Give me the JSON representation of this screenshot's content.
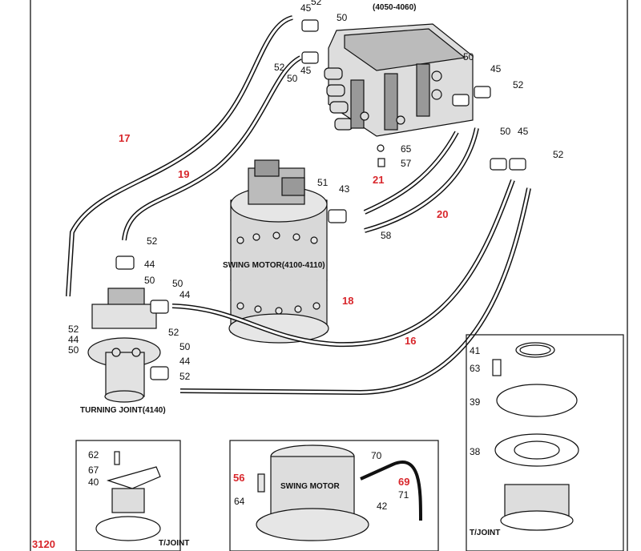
{
  "header": {
    "valve_code": "(4050-4060)"
  },
  "page_number": "3120",
  "captions": {
    "swing_motor": "SWING MOTOR(4100-4110)",
    "turning_joint": "TURNING JOINT(4140)",
    "swing_motor_inset": "SWING MOTOR",
    "tjoint_left": "T/JOINT",
    "tjoint_right": "T/JOINT"
  },
  "hose_labels": [
    "17",
    "19",
    "21",
    "20",
    "18",
    "16",
    "56",
    "69"
  ],
  "part_numbers": {
    "valve_top": [
      "52",
      "45",
      "50",
      "52",
      "45",
      "50"
    ],
    "valve_right": [
      "50",
      "45",
      "52",
      "50",
      "45",
      "52"
    ],
    "valve_center": [
      "65",
      "57"
    ],
    "motor": [
      "51",
      "43",
      "58"
    ],
    "joint_top": [
      "52",
      "44",
      "50",
      "50",
      "44",
      "52"
    ],
    "joint_left": [
      "52",
      "44",
      "50"
    ],
    "joint_bottom": [
      "50",
      "44",
      "52"
    ],
    "right_inset": [
      "41",
      "63",
      "39",
      "38"
    ],
    "left_inset": [
      "62",
      "67",
      "40"
    ],
    "mid_inset": [
      "70",
      "71",
      "64",
      "42"
    ]
  },
  "colors": {
    "ink": "#111111",
    "red_label": "#d8262b",
    "border": "#333333",
    "background": "#ffffff"
  }
}
